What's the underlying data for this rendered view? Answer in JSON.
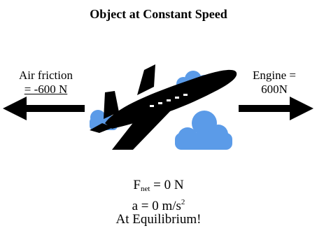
{
  "title": "Object at Constant Speed",
  "left_force": {
    "line1": "Air friction",
    "line2": "= -600 N"
  },
  "right_force": {
    "line1": "Engine =",
    "line2": "600N"
  },
  "equations": {
    "fnet_symbol": "F",
    "fnet_sub": "net",
    "fnet_rest": " = 0 N",
    "accel_main": "a = 0 m/s",
    "accel_sup": "2",
    "equilibrium": "At Equilibrium!"
  },
  "colors": {
    "cloud": "#5b9be8",
    "arrow": "#000000",
    "plane": "#000000"
  }
}
